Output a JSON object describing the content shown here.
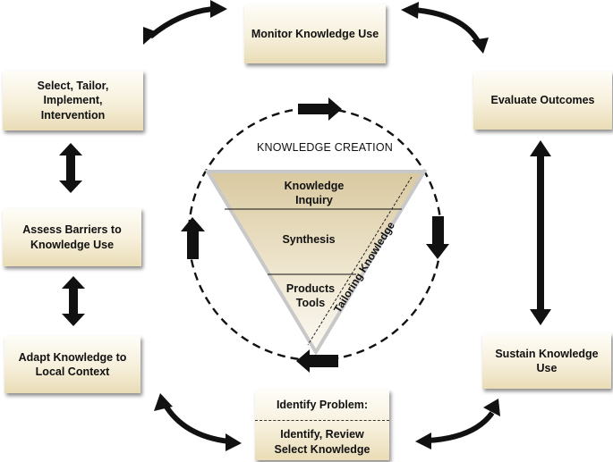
{
  "boxes": {
    "monitor": "Monitor Knowledge Use",
    "evaluate": "Evaluate Outcomes",
    "select": "Select, Tailor, Implement, Intervention",
    "assess": "Assess Barriers to Knowledge Use",
    "adapt": "Adapt Knowledge to Local Context",
    "sustain": "Sustain Knowledge Use",
    "identify_problem": "Identify Problem:",
    "identify_review": "Identify, Review Select Knowledge"
  },
  "creation": {
    "title": "KNOWLEDGE CREATION",
    "inquiry": "Knowledge Inquiry",
    "synthesis": "Synthesis",
    "products": "Products Tools",
    "tailoring": "Tailoring Knowledge"
  }
}
